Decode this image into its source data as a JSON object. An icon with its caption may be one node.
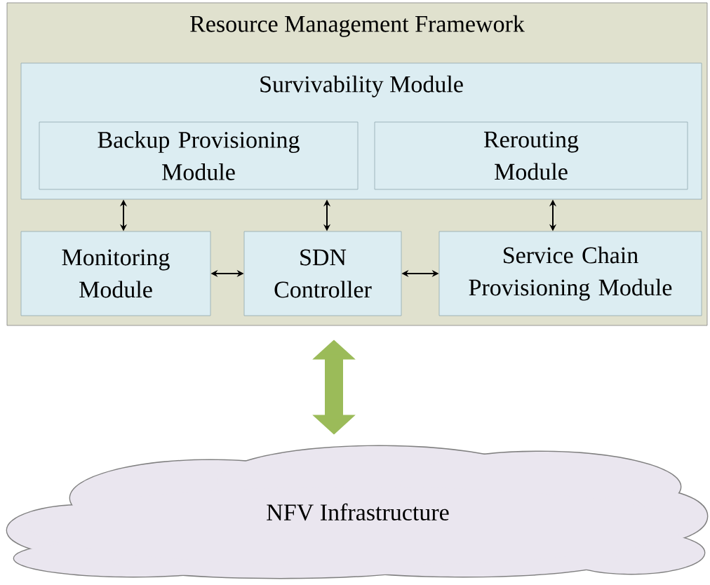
{
  "diagram": {
    "nodes": [
      {
        "text": [
          "Resource Management Framework"
        ]
      },
      {
        "text": [
          "Survivability Module"
        ],
        "in": 0
      },
      {
        "text": [
          "Backup Provisioning Module"
        ],
        "in": 1
      },
      {
        "text": [
          "Rerouting Module"
        ],
        "in": 1
      },
      {
        "text": [
          "Monitoring Module"
        ],
        "in": 0
      },
      {
        "text": [
          "SDN Controller"
        ],
        "in": 0
      },
      {
        "text": [
          "Service Chain Provisioning Module"
        ],
        "in": 0
      },
      {
        "text": [
          "NFV Infrastructure"
        ]
      }
    ],
    "edges": [
      {
        "from": 1,
        "to": 4,
        "arrow": "both"
      },
      {
        "from": 1,
        "to": 5,
        "arrow": "both"
      },
      {
        "from": 1,
        "to": 6,
        "arrow": "both"
      },
      {
        "from": 4,
        "to": 5,
        "arrow": "both"
      },
      {
        "from": 5,
        "to": 6,
        "arrow": "both"
      },
      {
        "from": 0,
        "to": 7,
        "arrow": "both",
        "style": "thick",
        "color": "#9bbb59"
      }
    ]
  }
}
